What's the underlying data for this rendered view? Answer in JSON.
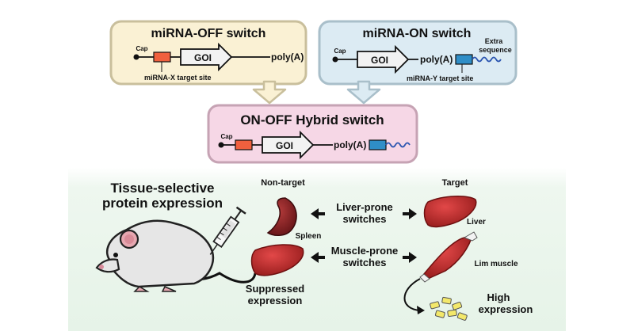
{
  "off_switch": {
    "title": "miRNA-OFF switch",
    "cap": "Cap",
    "goi": "GOI",
    "polya": "poly(A)",
    "target_site": "miRNA-X target site",
    "colors": {
      "box": "#faf1d4",
      "border": "#c9bf9c",
      "target": "#f0603e"
    }
  },
  "on_switch": {
    "title": "miRNA-ON switch",
    "cap": "Cap",
    "goi": "GOI",
    "polya": "poly(A)",
    "target_site": "miRNA-Y target site",
    "extra_line1": "Extra",
    "extra_line2": "sequence",
    "colors": {
      "box": "#dcebf3",
      "border": "#a9bfca",
      "target": "#2f8ec7",
      "wave": "#2b55b0"
    }
  },
  "hybrid_switch": {
    "title": "ON-OFF Hybrid switch",
    "cap": "Cap",
    "goi": "GOI",
    "polya": "poly(A)",
    "colors": {
      "box": "#f6d7e6",
      "border": "#c6a3b4"
    }
  },
  "panel": {
    "title_line1": "Tissue-selective",
    "title_line2": "protein expression",
    "non_target": "Non-target",
    "target": "Target",
    "liver_prone_line1": "Liver-prone",
    "liver_prone_line2": "switches",
    "muscle_prone_line1": "Muscle-prone",
    "muscle_prone_line2": "switches",
    "spleen": "Spleen",
    "liver": "Liver",
    "lim_muscle": "Lim muscle",
    "suppressed_line1": "Suppressed",
    "suppressed_line2": "expression",
    "high_line1": "High",
    "high_line2": "expression",
    "colors": {
      "bg": "#e9f5ea",
      "organ": "#a61e1e",
      "protein": "#f3e86a"
    }
  },
  "icons": [
    "mouse-icon",
    "syringe-icon",
    "spleen-icon",
    "liver-icon",
    "muscle-icon",
    "protein-cluster-icon"
  ]
}
